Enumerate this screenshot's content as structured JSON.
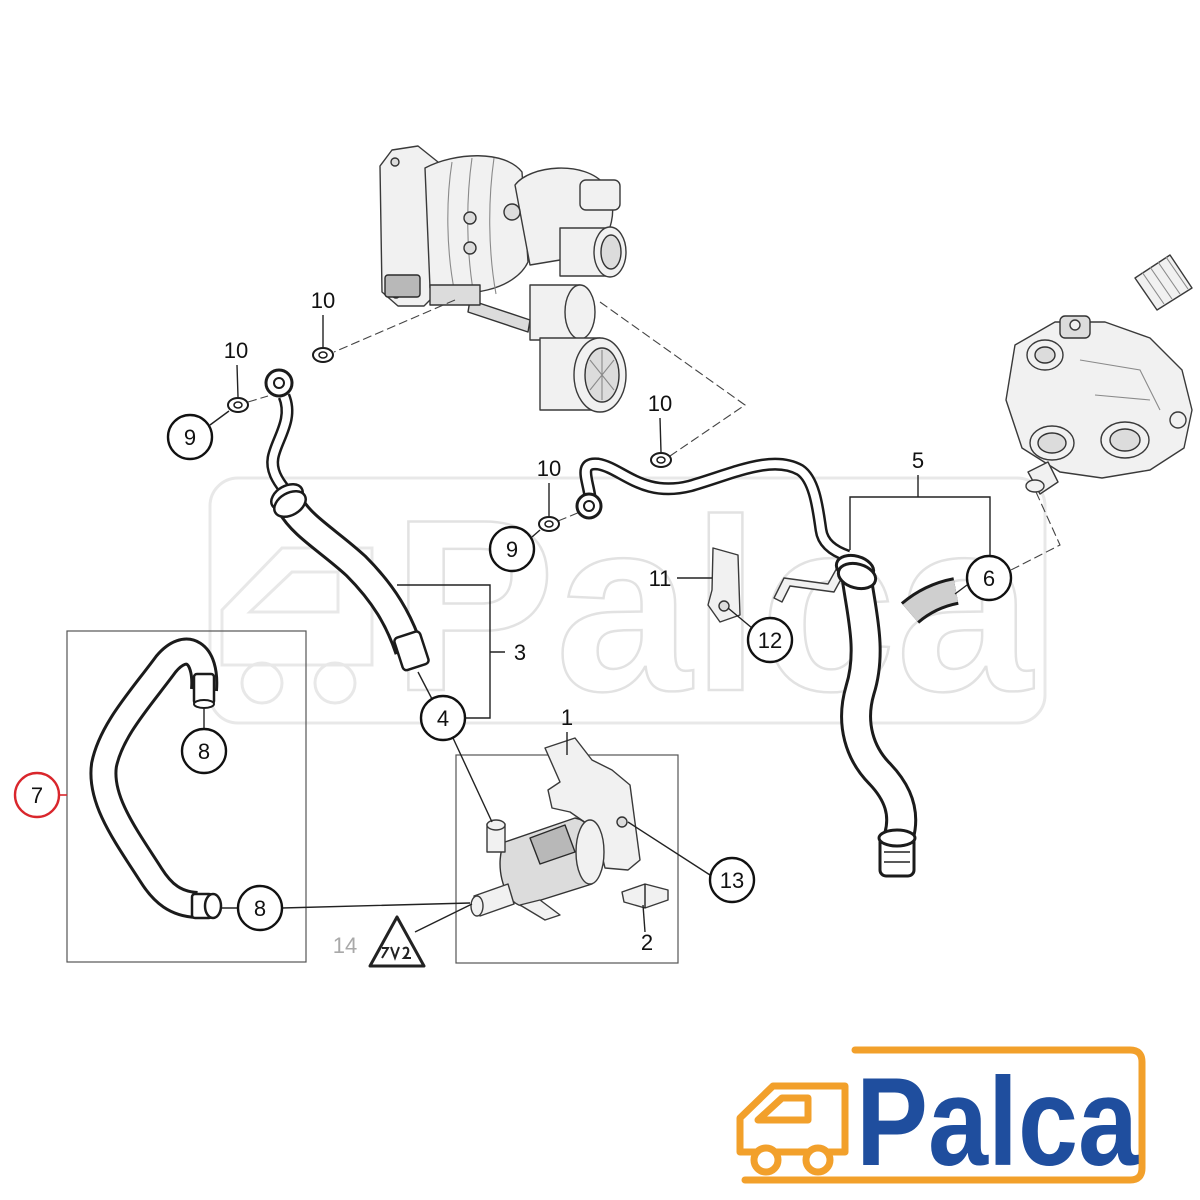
{
  "diagram": {
    "callouts": {
      "part_1": "1",
      "part_2": "2",
      "part_3": "3",
      "part_4": "4",
      "part_5": "5",
      "part_6": "6",
      "part_7": "7",
      "part_8_a": "8",
      "part_8_b": "8",
      "part_9_a": "9",
      "part_9_b": "9",
      "part_10_a": "10",
      "part_10_b": "10",
      "part_10_c": "10",
      "part_10_d": "10",
      "part_11": "11",
      "part_12": "12",
      "part_13": "13",
      "part_14": "14"
    },
    "icons": {
      "note_symbol": "triangle-symbol-icon",
      "turbocharger": "turbocharger-icon",
      "thermostat_housing": "thermostat-housing-icon",
      "water_pump": "water-pump-icon"
    }
  },
  "watermark": {
    "text": "Palca"
  },
  "logo": {
    "text": "Palca",
    "icon": "truck-icon"
  },
  "colors": {
    "logo_orange": "#f2a02b",
    "logo_blue": "#1f4e9e",
    "highlight_red": "#d9262c",
    "watermark_gray": "#e2e2e2",
    "inactive_callout_gray": "#a9a9a9"
  }
}
